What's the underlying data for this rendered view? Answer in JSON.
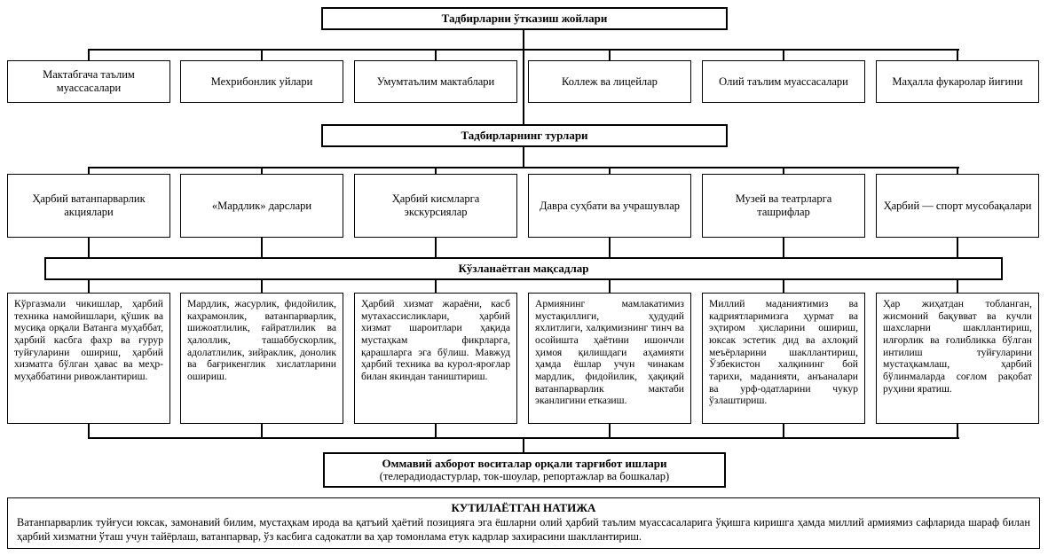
{
  "diagram": {
    "top_title": "Тадбирларни ўтказиш жойлари",
    "places": [
      "Мактабгача таълим муассасалари",
      "Мехрибонлик уйлари",
      "Умумтаълим мактаблари",
      "Коллеж ва лицейлар",
      "Олий таълим муассасалари",
      "Маҳалла фукаролар йиғини"
    ],
    "types_title": "Тадбирларнинг турлари",
    "types": [
      "Ҳарбий ватанпарварлик акциялари",
      "«Мардлик» дарслари",
      "Ҳарбий кисмларга экскурсиялар",
      "Давра суҳбати ва учрашувлар",
      "Музей ва театрларга ташрифлар",
      "Ҳарбий — спорт мусобақалари"
    ],
    "goals_title": "Кўзланаётган мақсадлар",
    "goals": [
      "Кўргазмали чикишлар, ҳарбий техника намойишлари, қўшик ва мусиқа орқали Ватанга муҳаббат, ҳарбий касбга фахр ва ғурур туйғуларини ошириш, ҳарбий хизматга бўлган ҳавас ва меҳр-муҳаббатини ривожлантириш.",
      "Мардлик, жасурлик, фидойилик, каҳрамонлик, ватанпарварлик, шижоатлилик, ғайратлилик ва ҳалоллик, ташаббускорлик, адолатлилик, зийраклик, донолик ва бағрикенглик хислатларини ошириш.",
      "Ҳарбий хизмат жараёни, касб мутахассисликлари, ҳарбий хизмат шароитлари ҳақида мустаҳкам фикрларга, қарашларга эга бўлиш. Мавжуд ҳарбий техника ва курол-яроғлар билан якиндан таништириш.",
      "Армиянинг мамлакатимиз мустақиллиги, ҳудудий яхлитлиги, халқимизнинг тинч ва осойишта ҳаётини ишончли ҳимоя қилишдаги аҳамияти ҳамда ёшлар учун чинакам мардлик, фидойилик, ҳақиқий ватанпарварлик мактаби эканлигини етказиш.",
      "Миллий маданиятимиз ва кадриятларимизга ҳурмат ва эҳтиром ҳисларини ошириш, юксак эстетик дид ва ахлоқий меъёрларини шакллантириш, Ўзбекистон халқининг бой тарихи, маданияти, анъаналари ва урф-одатларини чукур ўзлаштириш.",
      "Ҳар жиҳатдан тобланган, жисмоний бақувват ва кучли шахсларни шакллантириш, илғорлик ва ғолибликка бўлган интилиш туйғуларини мустаҳкамлаш, ҳарбий бўлинмаларда соғлом рақобат руҳини яратиш."
    ],
    "media_title": "Оммавий ахборот воситалар орқали тарғибот ишлари",
    "media_subtitle": "(телерадиодастурлар, ток-шоулар, репортажлар ва бошкалар)",
    "result_title": "КУТИЛАЁТГАН НАТИЖА",
    "result_body": "Ватанпарварлик туйғуси юксак, замонавий билим, мустаҳкам ирода ва қатъий ҳаётий позицияга эга ёшларни олий ҳарбий таълим муассасаларига ўқишга киришга ҳамда миллий армиямиз сафларида шараф билан ҳарбий хизматни ўташ учун тайёрлаш, ватанпарвар, ўз касбига садокатли ва ҳар томонлама етук кадрлар захирасини шакллантириш."
  }
}
